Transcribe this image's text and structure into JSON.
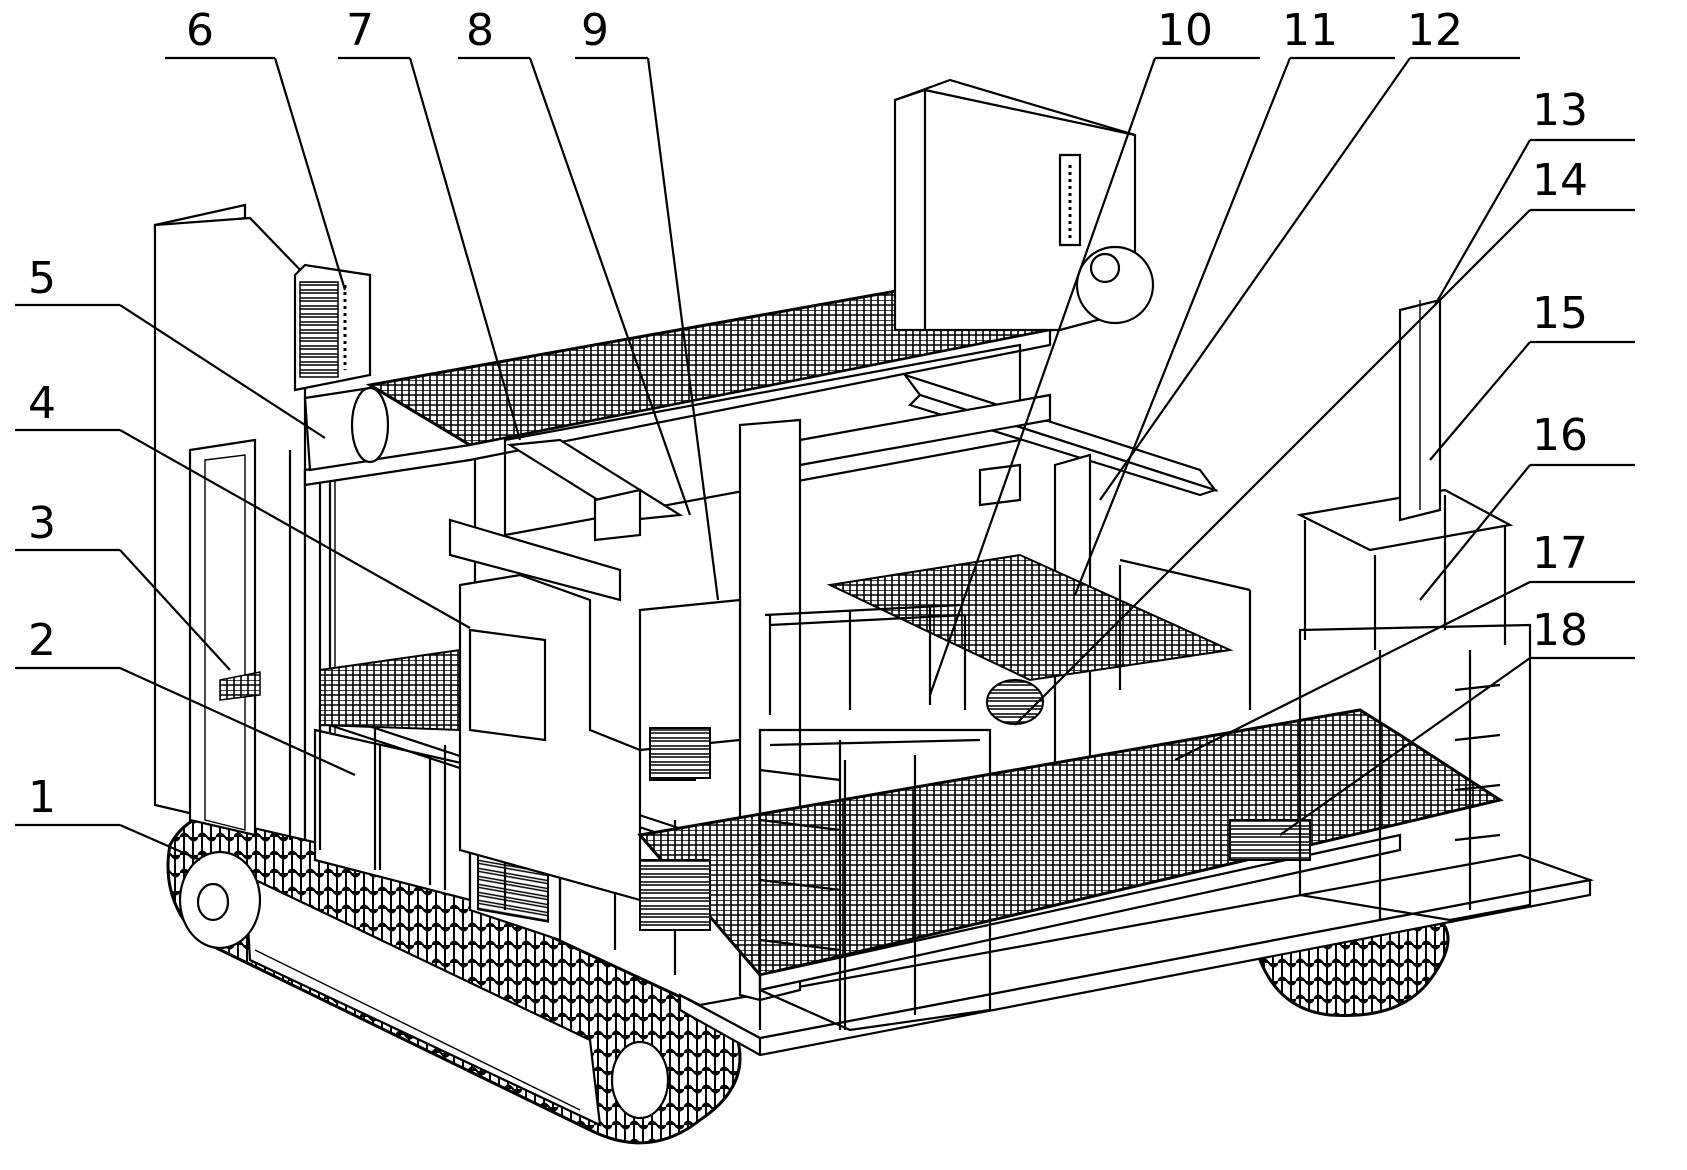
{
  "figure": {
    "callouts": [
      {
        "id": "c1",
        "label": "1"
      },
      {
        "id": "c2",
        "label": "2"
      },
      {
        "id": "c3",
        "label": "3"
      },
      {
        "id": "c4",
        "label": "4"
      },
      {
        "id": "c5",
        "label": "5"
      },
      {
        "id": "c6",
        "label": "6"
      },
      {
        "id": "c7",
        "label": "7"
      },
      {
        "id": "c8",
        "label": "8"
      },
      {
        "id": "c9",
        "label": "9"
      },
      {
        "id": "c10",
        "label": "10"
      },
      {
        "id": "c11",
        "label": "11"
      },
      {
        "id": "c12",
        "label": "12"
      },
      {
        "id": "c13",
        "label": "13"
      },
      {
        "id": "c14",
        "label": "14"
      },
      {
        "id": "c15",
        "label": "15"
      },
      {
        "id": "c16",
        "label": "16"
      },
      {
        "id": "c17",
        "label": "17"
      },
      {
        "id": "c18",
        "label": "18"
      }
    ],
    "line_color": "#000000",
    "background": "#ffffff"
  }
}
